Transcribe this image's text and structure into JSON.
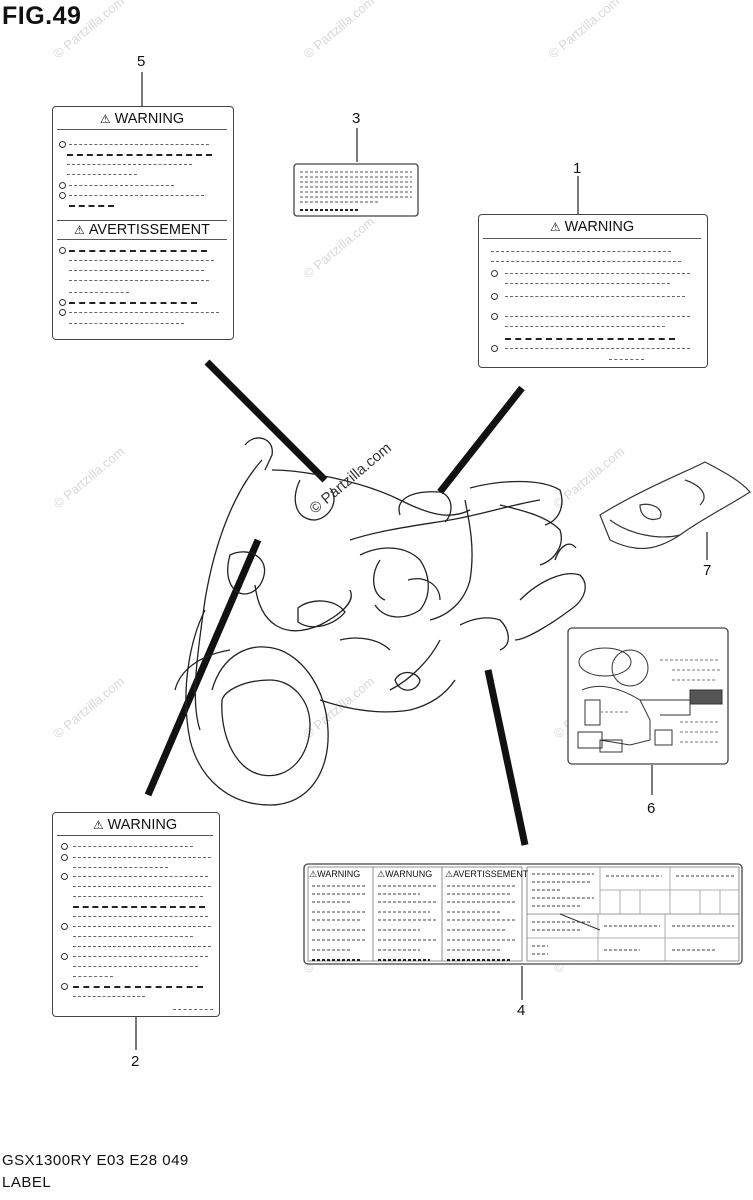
{
  "figure": {
    "title": "FIG.49",
    "model_code": "GSX1300RY E03 E28 049",
    "section_name": "LABEL"
  },
  "watermark": {
    "text_full": "© Partzilla.com",
    "text_center": "© Partzilla.com"
  },
  "callouts": {
    "c1": "1",
    "c2": "2",
    "c3": "3",
    "c4": "4",
    "c5": "5",
    "c6": "6",
    "c7": "7"
  },
  "labels": {
    "label_5": {
      "heading_top": "WARNING",
      "heading_bottom": "AVERTISSEMENT"
    },
    "label_1": {
      "heading": "WARNING"
    },
    "label_2": {
      "heading": "WARNING"
    },
    "label_4": {
      "col1": "WARNING",
      "col2": "WARNUNG",
      "col3": "AVERTISSEMENT"
    }
  },
  "icons": {
    "warning_symbol": "⚠"
  }
}
